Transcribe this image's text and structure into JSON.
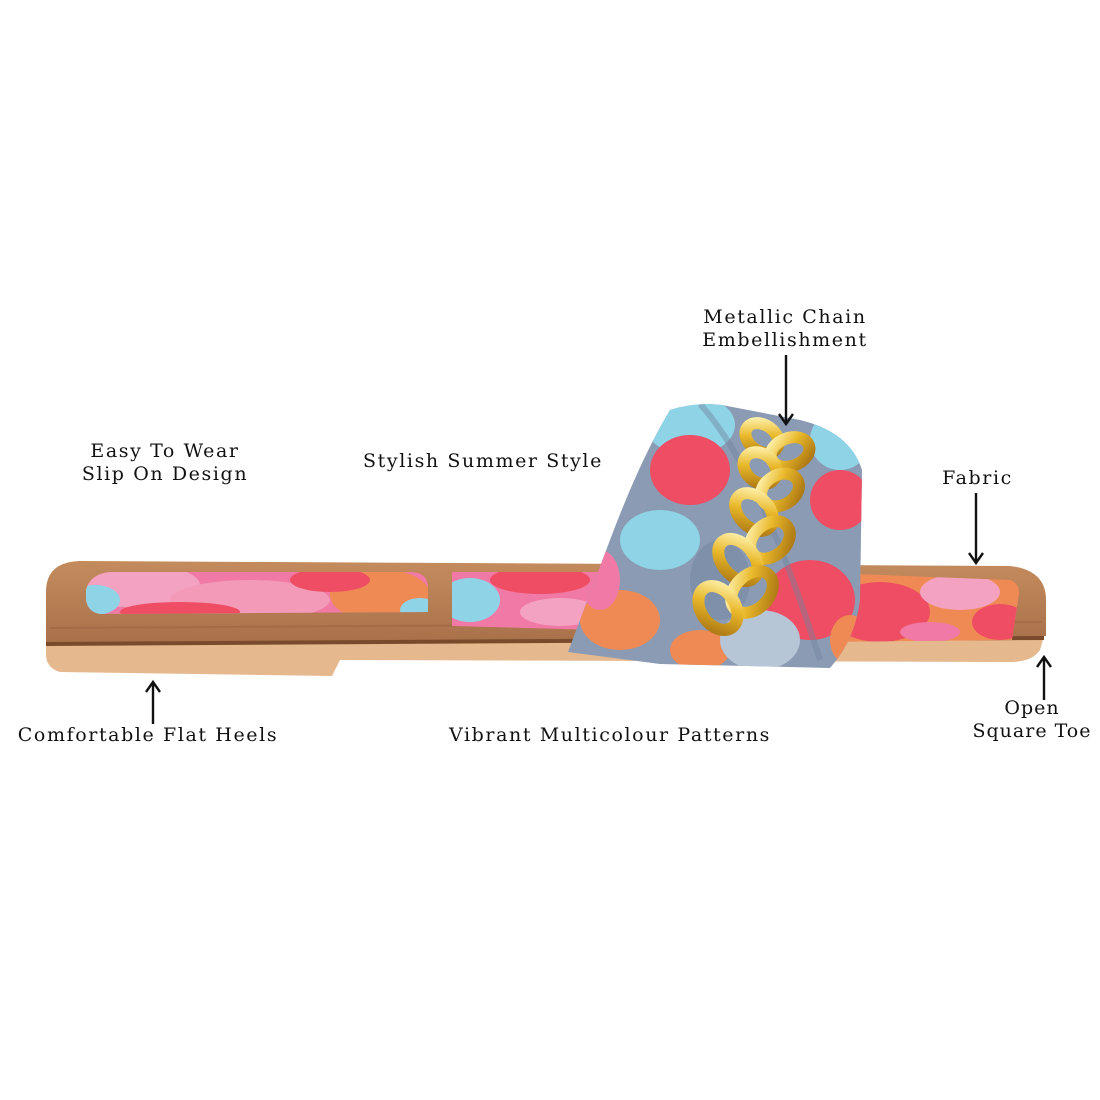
{
  "annotations": {
    "chain": [
      "Metallic Chain",
      "Embellishment"
    ],
    "slip_on": [
      "Easy To Wear",
      "Slip On Design"
    ],
    "summer": "Stylish Summer Style",
    "fabric": "Fabric",
    "flat_heels": "Comfortable Flat Heels",
    "patterns": "Vibrant Multicolour Patterns",
    "toe": [
      "Open",
      "Square Toe"
    ]
  },
  "colors": {
    "sole_tan": "#b77f52",
    "sole_edge": "#7a4a2c",
    "outsole": "#e6b88e",
    "strap_blue": "#8fd3e6",
    "strap_red": "#ee4d63",
    "strap_pink": "#f07aa5",
    "strap_orange": "#f08a55",
    "strap_grey": "#8a9bb3",
    "chain_gold": "#e9b82a"
  },
  "icons": [
    "arrow-down-icon",
    "arrow-up-icon"
  ]
}
